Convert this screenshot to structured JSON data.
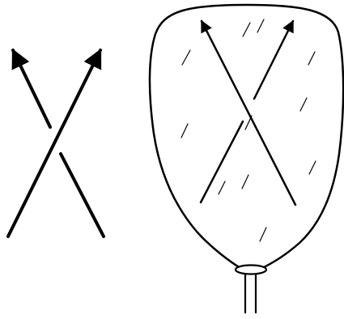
{
  "colors": {
    "background": "#ffffff",
    "stroke": "#000000"
  },
  "diagram": {
    "panels": [
      {
        "id": "crossing",
        "kind": "two-strand crossing",
        "strands": [
          {
            "role": "over",
            "direction": "up-right"
          },
          {
            "role": "under",
            "direction": "up-left"
          }
        ]
      },
      {
        "id": "crossing-in-membrane",
        "kind": "two-strand crossing enclosed in a tied membrane sac",
        "strands": [
          {
            "role": "over",
            "direction": "up-left"
          },
          {
            "role": "under",
            "direction": "up-right"
          }
        ],
        "enclosure": "membrane-sac",
        "fill_pattern": "sparse-diagonal-hatch",
        "closure": "ring-tie-with-stem"
      }
    ]
  }
}
